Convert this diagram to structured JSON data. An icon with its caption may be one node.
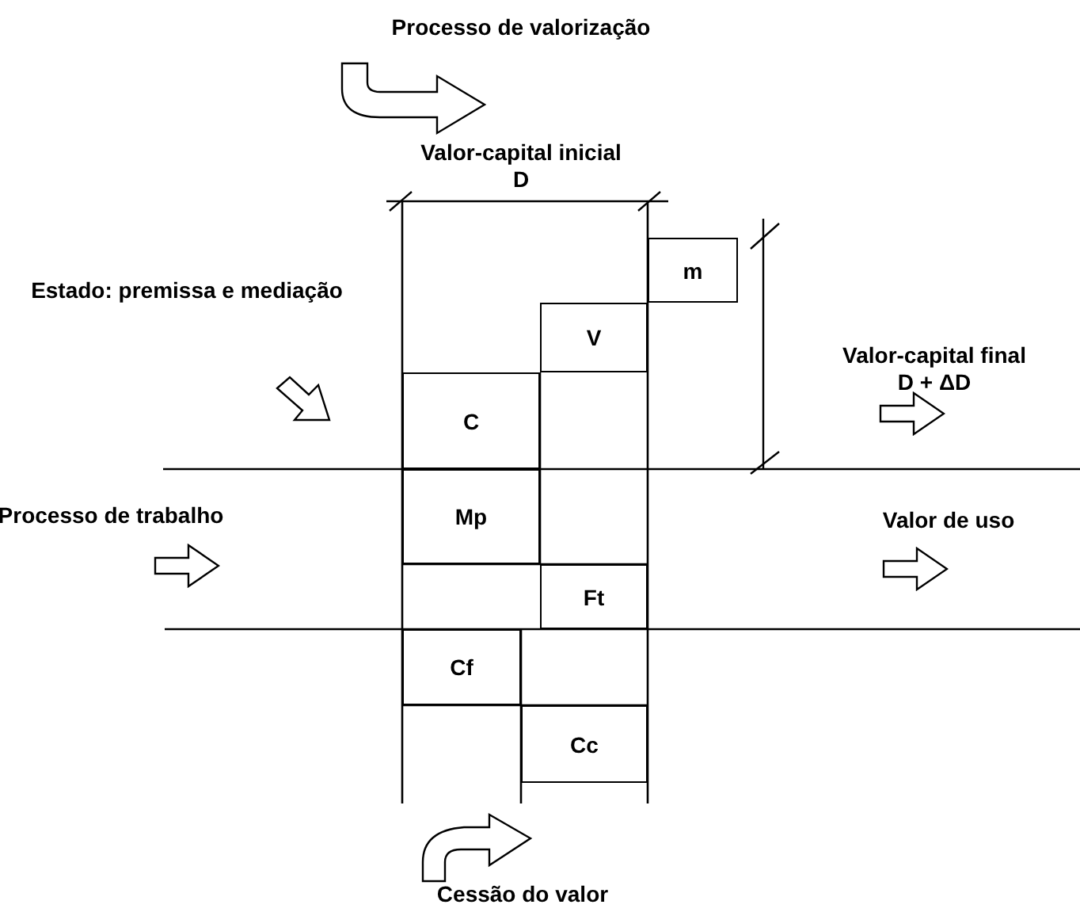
{
  "diagram": {
    "nodes": [
      {
        "text": [
          "m"
        ]
      },
      {
        "text": [
          "V"
        ]
      },
      {
        "text": [
          "C"
        ]
      },
      {
        "text": [
          "Mp"
        ]
      },
      {
        "text": [
          "Ft"
        ]
      },
      {
        "text": [
          "Cf"
        ]
      },
      {
        "text": [
          "Cc"
        ]
      }
    ],
    "labels": [
      "Processo de valorização",
      "Valor-capital inicial",
      "D",
      "Estado: premissa e mediação",
      "Valor-capital final",
      "D + ΔD",
      "Processo de trabalho",
      "Valor de uso",
      "Cessão do valor"
    ]
  }
}
